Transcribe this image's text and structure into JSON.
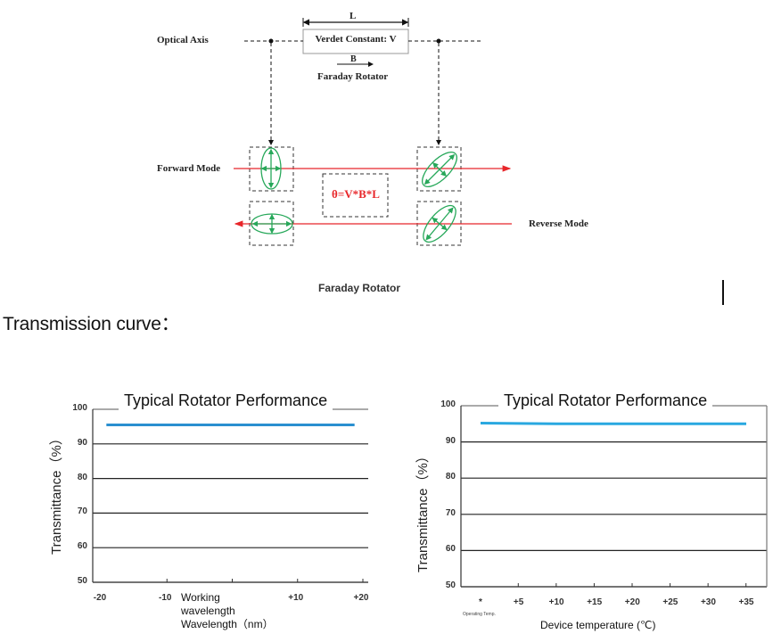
{
  "diagram": {
    "optical_axis_label": "Optical Axis",
    "length_label": "L",
    "verdet_label": "Verdet Constant: V",
    "field_label": "B",
    "rotator_label": "Faraday Rotator",
    "forward_label": "Forward Mode",
    "reverse_label": "Reverse Mode",
    "formula": "θ=V*B*L",
    "caption": "Faraday Rotator",
    "colors": {
      "beam": "#e8262a",
      "polarization": "#27a85a",
      "formula": "#e8262a"
    }
  },
  "section_title": "Transmission curve：",
  "chart_data": [
    {
      "type": "line",
      "title": "Typical Rotator Performance",
      "ylabel": "Transmittance（%）",
      "xlabel_lines": [
        "Working",
        "wavelength",
        "Wavelength（nm）"
      ],
      "yticks": [
        "50",
        "60",
        "70",
        "80",
        "90",
        "100"
      ],
      "ylim": [
        50,
        100
      ],
      "xticks": [
        "-20",
        "-10",
        "",
        "+10",
        "+20"
      ],
      "xlim": [
        -20,
        20
      ],
      "grid": true,
      "series": [
        {
          "name": "Transmittance",
          "color": "#2a8fd0",
          "x": [
            -19,
            19
          ],
          "y": [
            95.5,
            95.5
          ]
        }
      ]
    },
    {
      "type": "line",
      "title": "Typical Rotator Performance",
      "ylabel": "Transmittance（%）",
      "xlabel": "Device temperature (℃)",
      "x_note": "Operating Temp.",
      "yticks": [
        "50",
        "60",
        "70",
        "80",
        "90",
        "100"
      ],
      "ylim": [
        50,
        100
      ],
      "xticks": [
        "*",
        "+5",
        "+10",
        "+15",
        "+20",
        "+25",
        "+30",
        "+35"
      ],
      "grid": true,
      "series": [
        {
          "name": "Transmittance",
          "color": "#29a8e0",
          "x_index": [
            0,
            2,
            7
          ],
          "y": [
            95.2,
            95.0,
            95.0
          ]
        }
      ]
    }
  ]
}
